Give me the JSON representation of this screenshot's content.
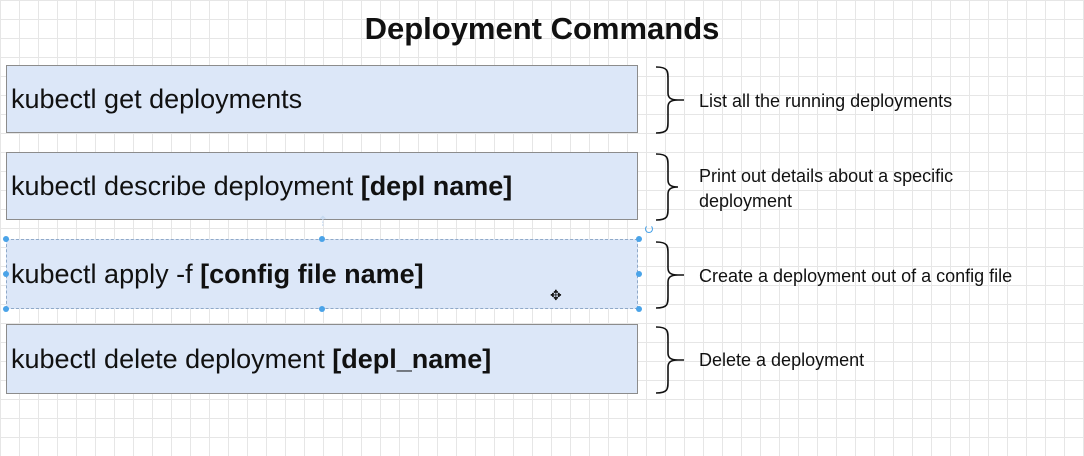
{
  "title": "Deployment Commands",
  "commands": [
    {
      "plain": "kubectl get deployments",
      "bold": "",
      "description": "List all the running deployments"
    },
    {
      "plain": "kubectl describe deployment ",
      "bold": "[depl name]",
      "description": "Print out details about a specific deployment"
    },
    {
      "plain": "kubectl apply -f ",
      "bold": "[config file name]",
      "description": "Create a deployment out of a config file"
    },
    {
      "plain": "kubectl delete deployment ",
      "bold": "[depl_name]",
      "description": "Delete a deployment"
    }
  ],
  "colors": {
    "box_fill": "#dce7f8",
    "box_border": "#8c8c8c",
    "selection_handle": "#4aa3e8"
  },
  "icons": [
    "move-cursor-icon",
    "rotate-handle-icon",
    "resize-handle-icon",
    "up-arrow-icon"
  ]
}
